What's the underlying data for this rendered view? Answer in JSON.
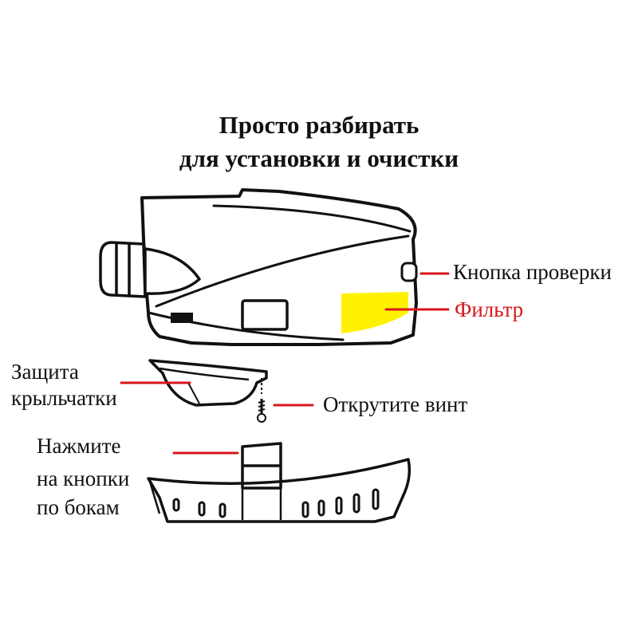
{
  "title": {
    "line1": "Просто разбирать",
    "line2": "для установки и очистки"
  },
  "labels": {
    "test_button": "Кнопка проверки",
    "filter": "Фильтр",
    "impeller_guard_line1": "Защита",
    "impeller_guard_line2": "крыльчатки",
    "unscrew": "Открутите винт",
    "press_line1": "Нажмите",
    "press_line2": "на кнопки",
    "press_line3": "по бокам"
  },
  "colors": {
    "leader_line": "#d8161c",
    "filter_label": "#d8161c",
    "filter_fill": "#fff200",
    "outline": "#111111"
  }
}
